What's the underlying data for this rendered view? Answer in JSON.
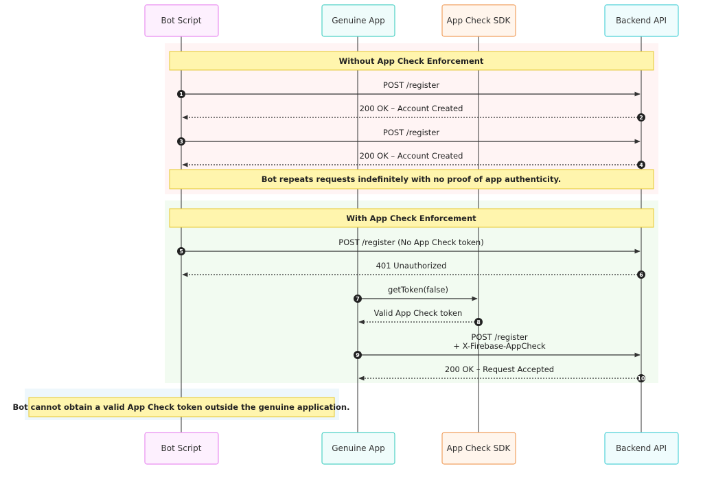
{
  "participants": [
    {
      "id": "bot",
      "label": "Bot Script",
      "border": "#e98ef0",
      "fill": "#fdf0fe"
    },
    {
      "id": "app",
      "label": "Genuine App",
      "border": "#4fd1c5",
      "fill": "#effcfb"
    },
    {
      "id": "sdk",
      "label": "App Check SDK",
      "border": "#f0a060",
      "fill": "#fff5ec"
    },
    {
      "id": "api",
      "label": "Backend API",
      "border": "#4fd1d8",
      "fill": "#effcfd"
    }
  ],
  "sections": [
    {
      "id": "without",
      "fill": "#fff4f4",
      "title": "Without App Check Enforcement",
      "footer_note": "Bot repeats requests indefinitely with no proof of app authenticity."
    },
    {
      "id": "with",
      "fill": "#f2fbf1",
      "title": "With App Check Enforcement"
    }
  ],
  "messages": [
    {
      "num": "1",
      "from": "bot",
      "to": "api",
      "lines": [
        "POST /register"
      ],
      "dashed": false
    },
    {
      "num": "2",
      "from": "api",
      "to": "bot",
      "lines": [
        "200 OK – Account Created"
      ],
      "dashed": true
    },
    {
      "num": "3",
      "from": "bot",
      "to": "api",
      "lines": [
        "POST /register"
      ],
      "dashed": false
    },
    {
      "num": "4",
      "from": "api",
      "to": "bot",
      "lines": [
        "200 OK – Account Created"
      ],
      "dashed": true
    },
    {
      "num": "5",
      "from": "bot",
      "to": "api",
      "lines": [
        "POST /register (No App Check token)"
      ],
      "dashed": false
    },
    {
      "num": "6",
      "from": "api",
      "to": "bot",
      "lines": [
        "401 Unauthorized"
      ],
      "dashed": true
    },
    {
      "num": "7",
      "from": "app",
      "to": "sdk",
      "lines": [
        "getToken(false)"
      ],
      "dashed": false
    },
    {
      "num": "8",
      "from": "sdk",
      "to": "app",
      "lines": [
        "Valid App Check token"
      ],
      "dashed": true
    },
    {
      "num": "9",
      "from": "app",
      "to": "api",
      "lines": [
        "POST /register",
        "+ X-Firebase-AppCheck"
      ],
      "dashed": false
    },
    {
      "num": "10",
      "from": "api",
      "to": "app",
      "lines": [
        "200 OK – Request Accepted"
      ],
      "dashed": true
    }
  ],
  "final_note": {
    "text": "Bot cannot obtain a valid App Check token outside the genuine application.",
    "fill": "#eef7fc"
  },
  "colors": {
    "note_fill": "#fff5ad",
    "note_border": "#e6c830",
    "line": "#333333",
    "badge": "#222222"
  }
}
